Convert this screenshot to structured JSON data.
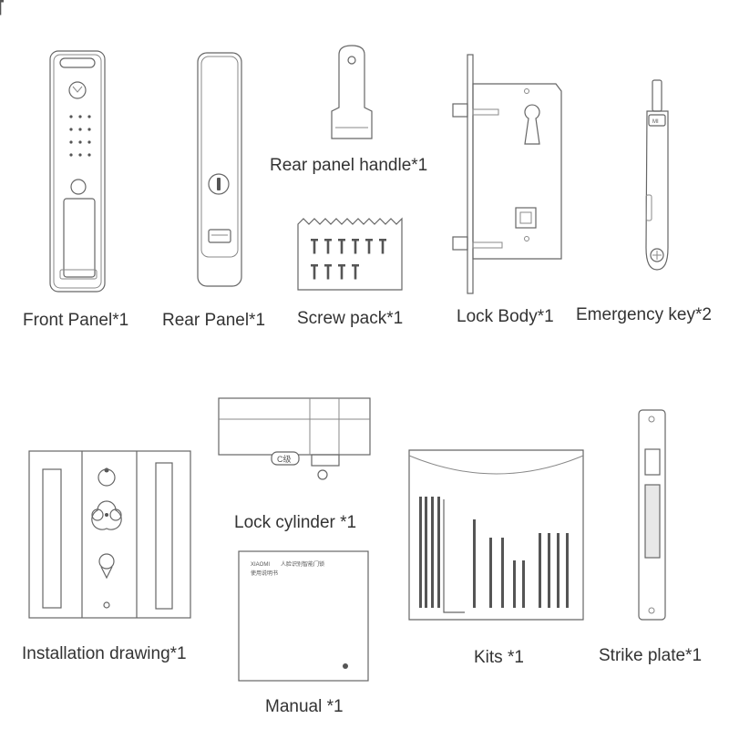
{
  "items": {
    "front_panel": "Front Panel*1",
    "rear_panel": "Rear Panel*1",
    "rear_panel_handle": "Rear panel handle*1",
    "screw_pack": "Screw pack*1",
    "lock_body": "Lock Body*1",
    "emergency_key": "Emergency key*2",
    "installation_drawing": "Installation drawing*1",
    "lock_cylinder": "Lock cylinder *1",
    "manual": "Manual *1",
    "kits": "Kits *1",
    "strike_plate": "Strike plate*1"
  },
  "artwork_text": {
    "key_logo": "MI",
    "cylinder_grade": "C级",
    "manual_brand": "XIAOMI",
    "manual_title": "人脸识别智能门锁",
    "manual_subtitle": "使用说明书"
  }
}
